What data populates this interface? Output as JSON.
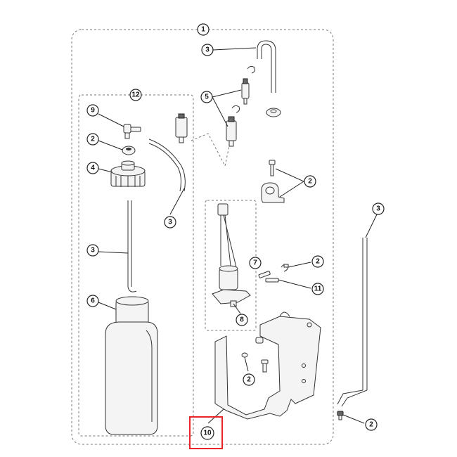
{
  "callouts": {
    "c1": "1",
    "c3_top": "3",
    "c5": "5",
    "c12": "12",
    "c9": "9",
    "c2_cap": "2",
    "c4": "4",
    "c3_tube": "3",
    "c3_straw": "3",
    "c6": "6",
    "c2_right": "2",
    "c3_right": "3",
    "c7": "7",
    "c2_mid": "2",
    "c11": "11",
    "c8": "8",
    "c2_bracket": "2",
    "c10": "10",
    "c2_bottom": "2"
  },
  "colors": {
    "highlight": "#e8262a",
    "line": "#222222",
    "dashed": "#777777"
  }
}
